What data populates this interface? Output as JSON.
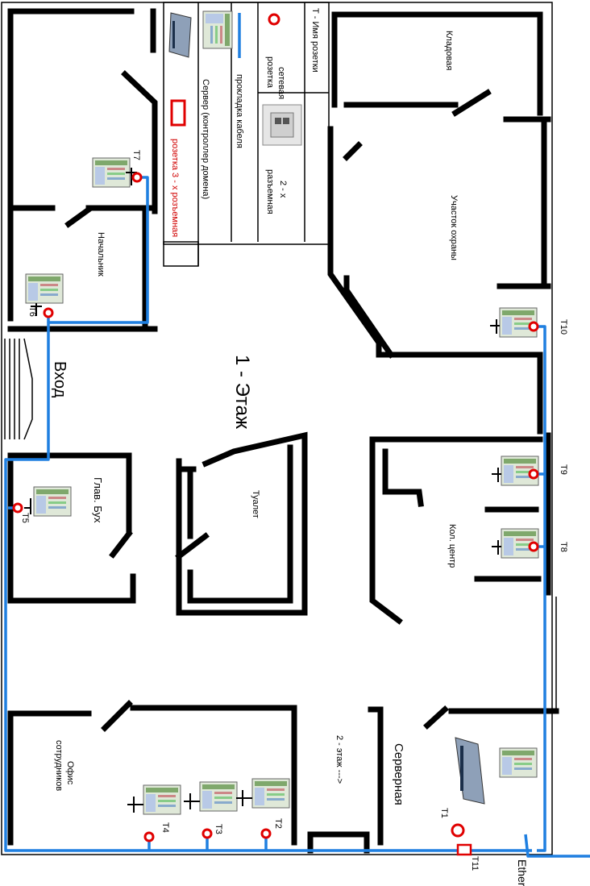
{
  "legend": {
    "title": "Т - Имя розетки",
    "socket_label_1": "сетевая",
    "socket_label_2": "розетка",
    "double_label_1": "2 - х",
    "double_label_2": "разъемная",
    "cable_label": "прокладка кабеля",
    "server_label": "Сервер (контроллер домена)",
    "triple_label": "розетка 3 - х розъемная"
  },
  "floor_title": "1 - Этаж",
  "entrance": "Вход",
  "stairs_label": "2 - этаж --->",
  "ethernet": "Ethernet",
  "rooms": {
    "storage": "Кладовая",
    "security": "Участок охраны",
    "chief": "Начальник",
    "chief_acc": "Глав. Бух",
    "toilet": "Туалет",
    "call_center": "Кол. центр",
    "office_1": "Офис",
    "office_2": "сотрудников",
    "server_room": "Серверная"
  },
  "sockets": [
    "Т1",
    "Т2",
    "Т3",
    "Т4",
    "Т5",
    "Т6",
    "Т7",
    "Т8",
    "Т9",
    "Т10",
    "Т11"
  ],
  "colors": {
    "cable": "#1f7fe0",
    "socket": "#e00000",
    "wall": "#000000"
  }
}
